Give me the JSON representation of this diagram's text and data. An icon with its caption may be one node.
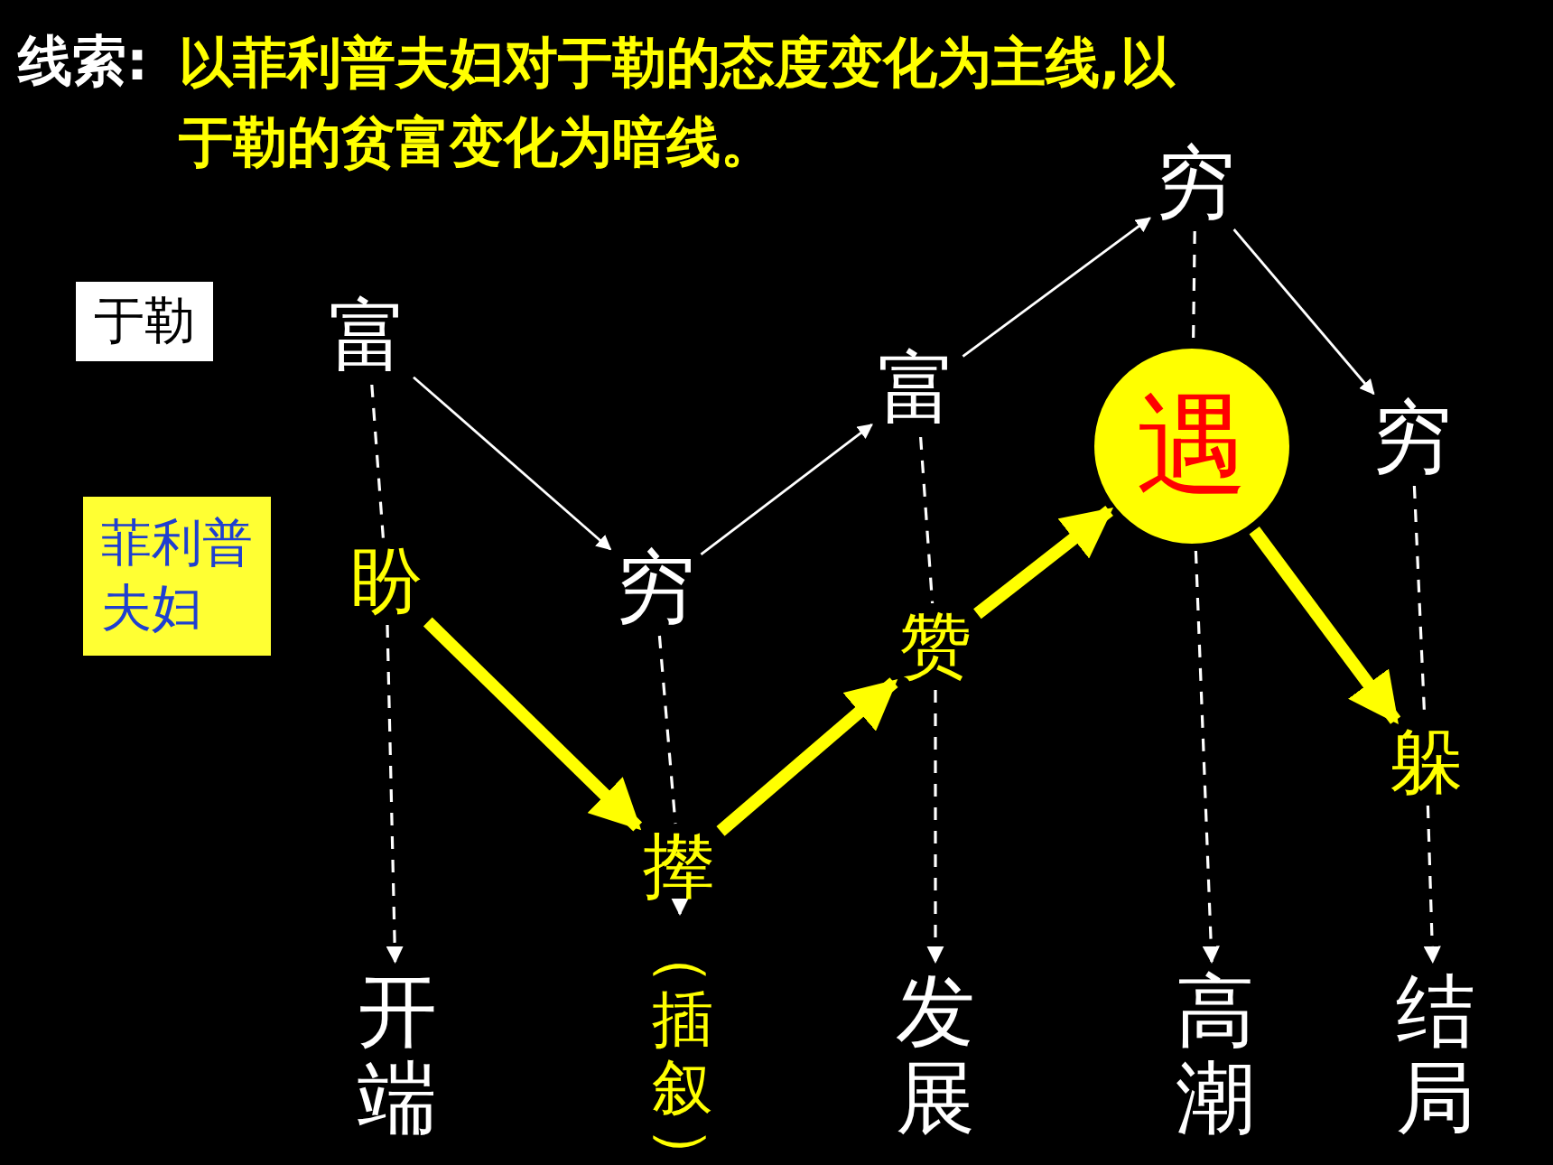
{
  "diagram": {
    "title": "线索:",
    "nodes": [
      {
        "text": [
          "于勒"
        ]
      },
      {
        "text": [
          "菲利普夫妇"
        ]
      },
      {
        "text": [
          "富"
        ]
      },
      {
        "text": [
          "穷"
        ]
      },
      {
        "text": [
          "富"
        ]
      },
      {
        "text": [
          "穷"
        ]
      },
      {
        "text": [
          "穷"
        ]
      },
      {
        "text": [
          "盼"
        ]
      },
      {
        "text": [
          "撵"
        ]
      },
      {
        "text": [
          "赞"
        ]
      },
      {
        "text": [
          "遇"
        ]
      },
      {
        "text": [
          "躲"
        ]
      },
      {
        "text": [
          "开端"
        ]
      },
      {
        "text": [
          "（插叙）"
        ]
      },
      {
        "text": [
          "发展"
        ]
      },
      {
        "text": [
          "高潮"
        ]
      },
      {
        "text": [
          "结局"
        ]
      }
    ],
    "edges": [
      {
        "from": 2,
        "to": 3,
        "arrow": "to"
      },
      {
        "from": 3,
        "to": 4,
        "arrow": "to"
      },
      {
        "from": 4,
        "to": 5,
        "arrow": "to"
      },
      {
        "from": 5,
        "to": 6,
        "arrow": "to"
      },
      {
        "from": 7,
        "to": 8,
        "arrow": "to",
        "style": "thick",
        "color": "#ffff00"
      },
      {
        "from": 8,
        "to": 9,
        "arrow": "to",
        "style": "thick",
        "color": "#ffff00"
      },
      {
        "from": 9,
        "to": 10,
        "arrow": "to",
        "style": "thick",
        "color": "#ffff00"
      },
      {
        "from": 10,
        "to": 11,
        "arrow": "to",
        "style": "thick",
        "color": "#ffff00"
      },
      {
        "from": 2,
        "to": 7,
        "arrow": "none",
        "style": "dashed"
      },
      {
        "from": 7,
        "to": 12,
        "arrow": "to",
        "style": "dashed"
      },
      {
        "from": 3,
        "to": 8,
        "arrow": "none",
        "style": "dashed"
      },
      {
        "from": 8,
        "to": 13,
        "arrow": "to",
        "style": "dashed"
      },
      {
        "from": 4,
        "to": 9,
        "arrow": "none",
        "style": "dashed"
      },
      {
        "from": 9,
        "to": 14,
        "arrow": "to",
        "style": "dashed"
      },
      {
        "from": 5,
        "to": 10,
        "arrow": "none",
        "style": "dashed"
      },
      {
        "from": 10,
        "to": 15,
        "arrow": "to",
        "style": "dashed"
      },
      {
        "from": 6,
        "to": 11,
        "arrow": "none",
        "style": "dashed"
      },
      {
        "from": 11,
        "to": 16,
        "arrow": "to",
        "style": "dashed"
      }
    ],
    "labels": [
      "以菲利普夫妇对于勒的态度变化为主线,以于勒的贫富变化为暗线。"
    ]
  }
}
